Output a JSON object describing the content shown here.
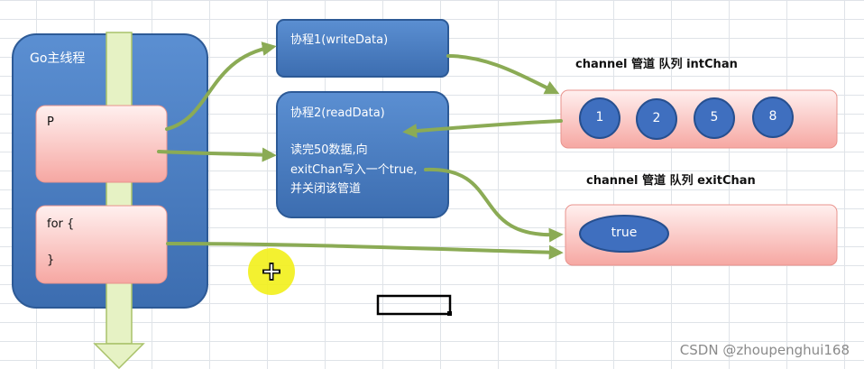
{
  "main_thread": {
    "title": "Go主线程"
  },
  "p_block": {
    "label": "P"
  },
  "for_block": {
    "open": "for {",
    "close": "}"
  },
  "goroutine1": {
    "title": "协程1(writeData)"
  },
  "goroutine2": {
    "title": "协程2(readData)",
    "desc_line1": "读完50数据,向",
    "desc_line2": "exitChan写入一个true,",
    "desc_line3": "并关闭该管道"
  },
  "int_chan": {
    "title": "channel 管道 队列 intChan",
    "items": [
      "1",
      "2",
      "5",
      "8"
    ]
  },
  "exit_chan": {
    "title": "channel 管道 队列 exitChan",
    "value": "true"
  },
  "watermark": "CSDN @zhoupenghui168",
  "colors": {
    "blue_box": "#4a7dc0",
    "pink_box": "#fcc5c2",
    "arrow_green": "#8bab55",
    "thread_bar": "#e6f2c4",
    "ball_blue": "#3f6fbf",
    "cursor_yellow": "#f2ef1a"
  }
}
